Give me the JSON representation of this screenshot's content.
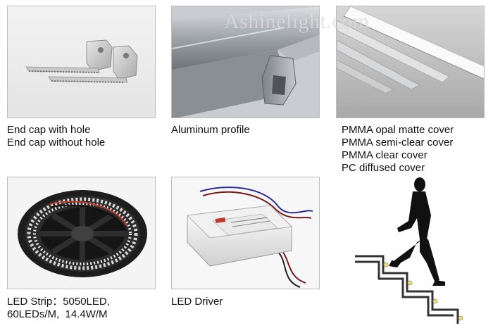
{
  "watermark": "Ashinelight.com",
  "end_cap": {
    "line1": "End cap with hole",
    "line2": "End cap without hole"
  },
  "profile": {
    "line1": "Aluminum profile"
  },
  "covers": {
    "line1": "PMMA opal matte cover",
    "line2": "PMMA semi-clear cover",
    "line3": "PMMA clear cover",
    "line4": "PC diffused cover"
  },
  "strip": {
    "line1": "LED Strip：5050LED,",
    "line2": "60LEDs/M,  14.4W/M"
  },
  "driver": {
    "line1": "LED Driver"
  }
}
